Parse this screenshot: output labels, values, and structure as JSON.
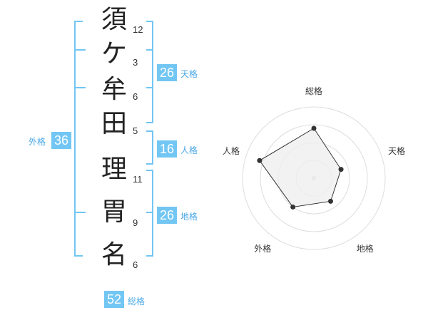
{
  "name": {
    "characters": [
      {
        "char": "須",
        "strokes": "12"
      },
      {
        "char": "ケ",
        "strokes": "3"
      },
      {
        "char": "牟",
        "strokes": "6"
      },
      {
        "char": "田",
        "strokes": "5"
      },
      {
        "char": "理",
        "strokes": "11"
      },
      {
        "char": "胃",
        "strokes": "9"
      },
      {
        "char": "名",
        "strokes": "6"
      }
    ]
  },
  "fortune": {
    "tenkaku": {
      "value": "26",
      "label": "天格"
    },
    "jinkaku": {
      "value": "16",
      "label": "人格"
    },
    "chikaku": {
      "value": "26",
      "label": "地格"
    },
    "gaikaku": {
      "value": "36",
      "label": "外格"
    },
    "soukaku": {
      "value": "52",
      "label": "総格"
    }
  },
  "chart_data": {
    "type": "radar",
    "axes": [
      "総格",
      "天格",
      "地格",
      "外格",
      "人格"
    ],
    "values": [
      0.7,
      0.4,
      0.4,
      0.5,
      0.8
    ],
    "range": [
      0,
      1
    ],
    "rings": 4,
    "colors": {
      "fill": "#efefef",
      "line": "#333333",
      "ring": "#dddddd",
      "point": "#333333"
    }
  },
  "colors": {
    "accent": "#72c6f3",
    "accent_text": "#4aa8e6"
  }
}
